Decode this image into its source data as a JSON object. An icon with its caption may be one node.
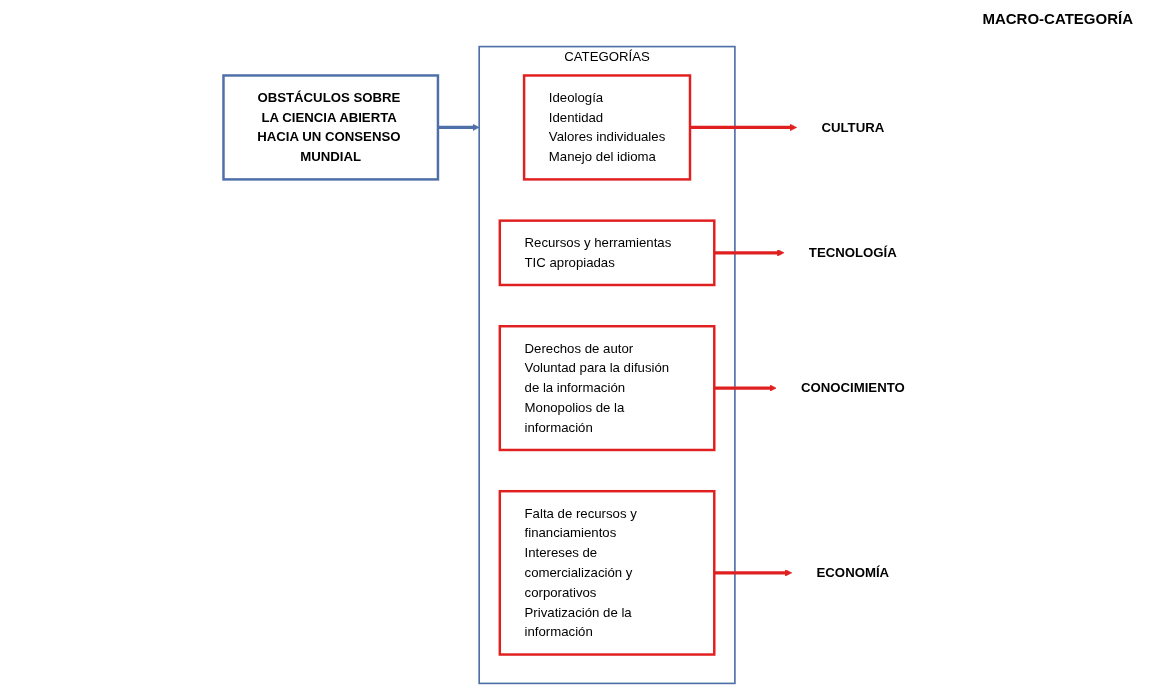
{
  "diagram": {
    "nodes": [
      {
        "text": [
          "OBSTÁCULOS SOBRE LA CIENCIA ABIERTA HACIA UN CONSENSO MUNDIAL"
        ]
      },
      {
        "text": [
          "CATEGORÍAS"
        ]
      },
      {
        "text": [
          "Ideología",
          "Identidad",
          "Valores individuales",
          "Manejo del idioma"
        ],
        "in": 1
      },
      {
        "text": [
          "Recursos y herramientas TIC apropiadas"
        ],
        "in": 1
      },
      {
        "text": [
          "Derechos de autor",
          "Voluntad para la difusión de la información",
          "Monopolios de la información"
        ],
        "in": 1
      },
      {
        "text": [
          "Falta de recursos y financiamientos",
          "Intereses de comercialización y corporativos",
          "Privatización de la información"
        ],
        "in": 1
      },
      {
        "text": [
          "CULTURA"
        ]
      },
      {
        "text": [
          "TECNOLOGÍA"
        ]
      },
      {
        "text": [
          "CONOCIMIENTO"
        ]
      },
      {
        "text": [
          "ECONOMÍA"
        ]
      }
    ],
    "edges": [
      {
        "from": 0,
        "to": 1,
        "arrow": "to",
        "color": "#4f6fa8"
      },
      {
        "from": 2,
        "to": 6,
        "arrow": "to"
      },
      {
        "from": 3,
        "to": 7,
        "arrow": "to"
      },
      {
        "from": 4,
        "to": 8,
        "arrow": "to"
      },
      {
        "from": 5,
        "to": 9,
        "arrow": "to"
      }
    ],
    "labels": [
      "MACRO-CATEGORÍA"
    ]
  }
}
